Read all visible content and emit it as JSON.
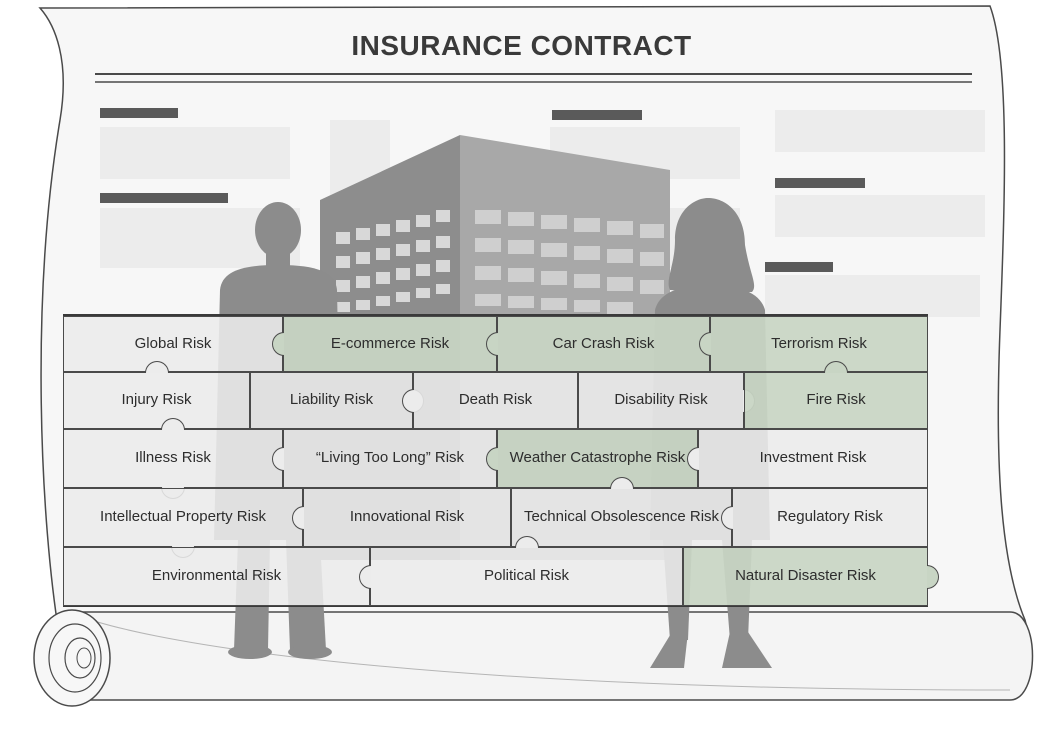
{
  "document": {
    "title": "INSURANCE CONTRACT"
  },
  "colors": {
    "piece_grey": "#ececec",
    "piece_green": "#c8d5c4",
    "outline": "#4a4a4a",
    "silhouette": "#8c8c8c",
    "building": "#9a9a9a"
  },
  "puzzle": {
    "rows": [
      [
        {
          "label": "Global Risk",
          "color": "grey"
        },
        {
          "label": "E-commerce Risk",
          "color": "green"
        },
        {
          "label": "Car Crash Risk",
          "color": "green"
        },
        {
          "label": "Terrorism Risk",
          "color": "green"
        }
      ],
      [
        {
          "label": "Injury Risk",
          "color": "grey"
        },
        {
          "label": "Liability Risk",
          "color": "grey"
        },
        {
          "label": "Death Risk",
          "color": "grey"
        },
        {
          "label": "Disability Risk",
          "color": "grey"
        },
        {
          "label": "Fire Risk",
          "color": "green"
        }
      ],
      [
        {
          "label": "Illness Risk",
          "color": "grey"
        },
        {
          "label": "“Living Too Long” Risk",
          "color": "grey"
        },
        {
          "label": "Weather Catastrophe Risk",
          "color": "green"
        },
        {
          "label": "Investment Risk",
          "color": "grey"
        }
      ],
      [
        {
          "label": "Intellectual Property Risk",
          "color": "grey"
        },
        {
          "label": "Innovational Risk",
          "color": "grey"
        },
        {
          "label": "Technical Obsolescence Risk",
          "color": "grey"
        },
        {
          "label": "Regulatory Risk",
          "color": "grey"
        }
      ],
      [
        {
          "label": "Environmental Risk",
          "color": "grey"
        },
        {
          "label": "Political Risk",
          "color": "grey"
        },
        {
          "label": "Natural Disaster Risk",
          "color": "green"
        }
      ]
    ]
  }
}
